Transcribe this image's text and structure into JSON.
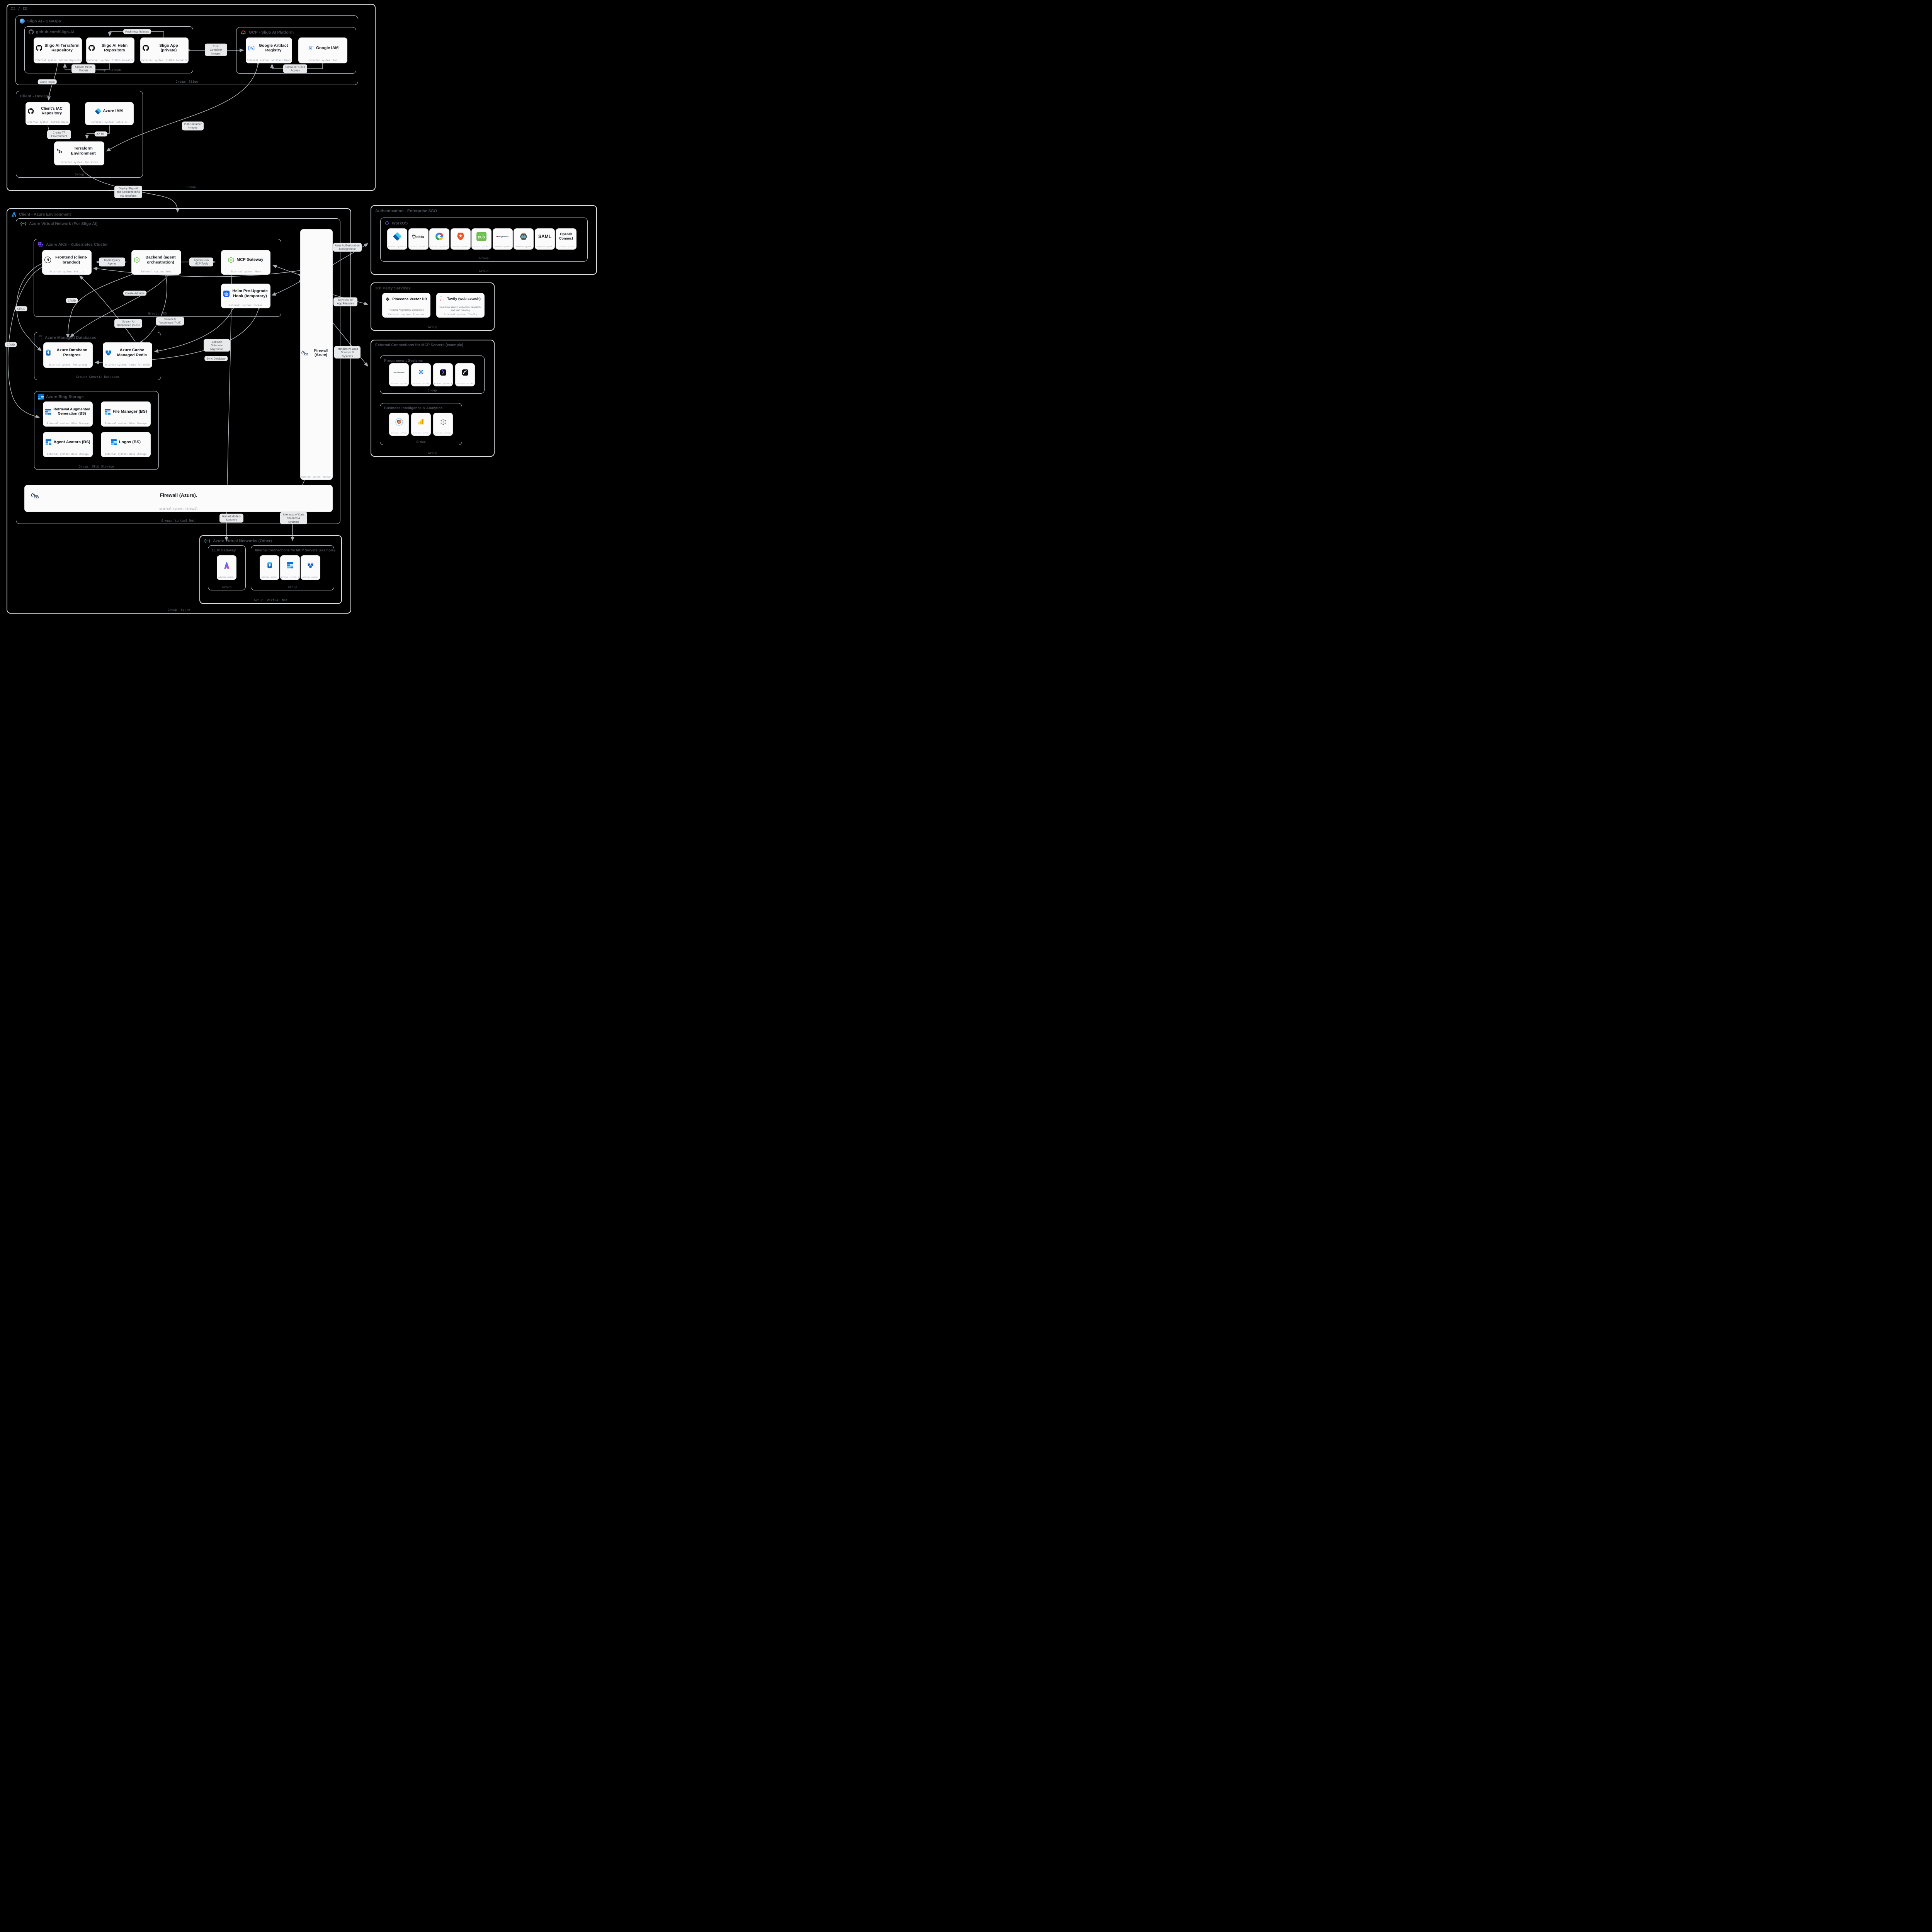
{
  "groups": {
    "cicd": {
      "label": "CI / CD",
      "caption": "Group"
    },
    "sligo_devops": {
      "label": "Sligo AI - DevOps",
      "caption": "Group: Sligo"
    },
    "github": {
      "label": "github.com/Sligo-AI",
      "caption": "Group: GitHub"
    },
    "gcp": {
      "label": "GCP - Sligo AI Platform",
      "caption": "Group: GCP"
    },
    "client_devops": {
      "label": "Client - DevOps",
      "caption": "Group"
    },
    "azure_env": {
      "label": "Client - Azure Environment",
      "caption": "Group: Azure"
    },
    "vnet": {
      "label": "Azure Virtual Network (For Sligo AI)",
      "caption": "Group: Virtual Net"
    },
    "aks": {
      "label": "Azure AKS - Kubernetes Cluster",
      "caption": "Group: AKS"
    },
    "managed_db": {
      "label": "Azure Managed Databases",
      "caption": "Group: Generic Database"
    },
    "blob": {
      "label": "Azure Blog Storage",
      "caption": "Group: Blob Storage"
    },
    "auth": {
      "label": "Authentication - Enterprise SSO",
      "caption": "Group"
    },
    "workos": {
      "label": "WorkOS",
      "caption": "Group"
    },
    "third_party": {
      "label": "3rd Party Services",
      "caption": "Group"
    },
    "ext_mcp": {
      "label": "External Connections for MCP Servers (example)",
      "caption": "Group"
    },
    "procurement": {
      "label": "Procurement Systems",
      "caption": "Group"
    },
    "bi": {
      "label": "Business Intelligence & Analytics",
      "caption": "Group"
    },
    "vnet_other": {
      "label": "Azure Virtual Networks (Other)",
      "caption": "Group: Virtual Net"
    },
    "llm": {
      "label": "LLM Gateway",
      "caption": "Group"
    },
    "internal_mcp": {
      "label": "Internal Connections for MCP Servers (example)",
      "caption": "Group"
    }
  },
  "nodes": {
    "tf_repo": {
      "title": "Sligo AI Terraform Repository",
      "ext": "External system: GitHub Repository"
    },
    "helm_repo": {
      "title": "Sligo AI Helm Repository",
      "ext": "External system: GitHub Repository"
    },
    "app_repo": {
      "title": "Sligo App (private)",
      "ext": "External system: GitHub Repository"
    },
    "gar": {
      "title": "Google Artifact Registry",
      "ext": "External system: Artifact Registry"
    },
    "g_iam": {
      "title": "Google IAM",
      "ext": "External system: IAM"
    },
    "client_iac": {
      "title": "Client's IAC Repository",
      "ext": "External system: GitHub Repository"
    },
    "az_iam": {
      "title": "Azure IAM",
      "ext": "External system: Entra ID"
    },
    "tf_env": {
      "title": "Terraform Environment",
      "ext": "External system: Terraform"
    },
    "frontend": {
      "title": "Frontend (client-branded)",
      "ext": "External system: Next.js"
    },
    "backend": {
      "title": "Backend (agent orchestration)",
      "ext": "External system: Node"
    },
    "mcp_gw": {
      "title": "MCP Gateway",
      "ext": "External system: Node"
    },
    "helm_hook": {
      "title": "Helm Pre-Upgrade Hook (temporary)",
      "ext": "External system: Docker"
    },
    "pg": {
      "title": "Azure Database Postgres",
      "ext": "External system: PostgreSQL"
    },
    "redis": {
      "title": "Azure Cache Managed Redis",
      "ext": "External system: Cache for Redis"
    },
    "rag": {
      "title": "Retrieval Augmented Generation (BS)",
      "ext": "External system: Blob Storage"
    },
    "filemgr": {
      "title": "File Manager (BS)",
      "ext": "External system: Blob Storage"
    },
    "avatars": {
      "title": "Agent Avatars (BS)",
      "ext": "External system: Blob Storage"
    },
    "logos": {
      "title": "Logos (BS)",
      "ext": "External system: Blob Storage"
    },
    "fw_v": {
      "title": "Firewall (Azure)",
      "ext": "External system: Firewall"
    },
    "fw_h": {
      "title": "Firewall (Azure).",
      "ext": "External system: Firewall"
    },
    "sso_entra": {
      "ext": "External system: Entra ID"
    },
    "sso_okta": {
      "ext": "External system: Okta"
    },
    "sso_google": {
      "ext": "External system: Google"
    },
    "sso_auth0": {
      "ext": "External system: Auth0"
    },
    "sso_duo": {
      "ext": "External system: Duo"
    },
    "sso_ping": {
      "ext": "External system: Ping Identity"
    },
    "sso_hex": {
      "ext": "External system"
    },
    "sso_saml": {
      "title": "SAML",
      "ext": "External system"
    },
    "sso_oidc": {
      "title": "OpenID Connect",
      "ext": "External system"
    },
    "pinecone": {
      "title": "Pinecone Vector DB",
      "desc": "Retrieval Augmented Generation",
      "ext": "External system: Pinecone"
    },
    "tavily": {
      "title": "Tavily (web search)",
      "desc": "Real-time search, extraction, research, and web crawling",
      "ext": "External system: Tavily"
    },
    "p_servicenow": {
      "brand": "servicenow",
      "ext": "External system"
    },
    "p_flower": {
      "ext": "External system"
    },
    "p_keelvar": {
      "ext": "External system: Keelvar"
    },
    "p_arc": {
      "ext": "External system"
    },
    "bi_fox": {
      "ext": "External system"
    },
    "bi_powerbi": {
      "ext": "External system"
    },
    "bi_tableau": {
      "ext": "External system"
    },
    "llm_ai": {
      "ext": "External system: Azure AI"
    },
    "i_pg": {
      "ext": "External system: PostgreSQL"
    },
    "i_blob": {
      "ext": "External system: Blob Storage"
    },
    "i_redis": {
      "ext": "External system: Cache for Redis"
    },
    "okta_word": {
      "text": "okta"
    },
    "duo_word": {
      "text": "DUO",
      "brand": "CISCO"
    },
    "ping_word": {
      "text": "PingIdentity."
    }
  },
  "edges": {
    "push_new_release": "Push New Release",
    "update_helm": "Update Helm Module",
    "clone_repo": "Clone Repo",
    "push_container": "Push Container Images",
    "container_read": "Container Read Access",
    "create_tf": "Create TF Environment",
    "az_cli": "AZ CLI",
    "pull_container": "Pull Container Images",
    "deploy": "Deploy Sligo AI and Required Infra via Terraform",
    "users_query": "Users Query Agents",
    "agents_run": "Agents Run MCP Tools",
    "create_artifacts": "Create Artifacts",
    "crud": "CRUD",
    "stream_sub": "Stream AI Responses (SUB)",
    "stream_pub": "Stream AI Responses (PUB)",
    "exec_migrations": "Execute Database Migrations",
    "sync_db": "Sync Database",
    "user_auth": "User Authentication Management",
    "services_app": "Services for App Features",
    "interacts": "Interacts w/ Data Sources & Systems",
    "run_ai": "Run AI Models Securely"
  },
  "colors": {
    "accent_blue": "#2aa3ef",
    "node_bg": "#fbfbfc",
    "line": "#b4b9be",
    "label_bg": "#e7e9eb"
  }
}
